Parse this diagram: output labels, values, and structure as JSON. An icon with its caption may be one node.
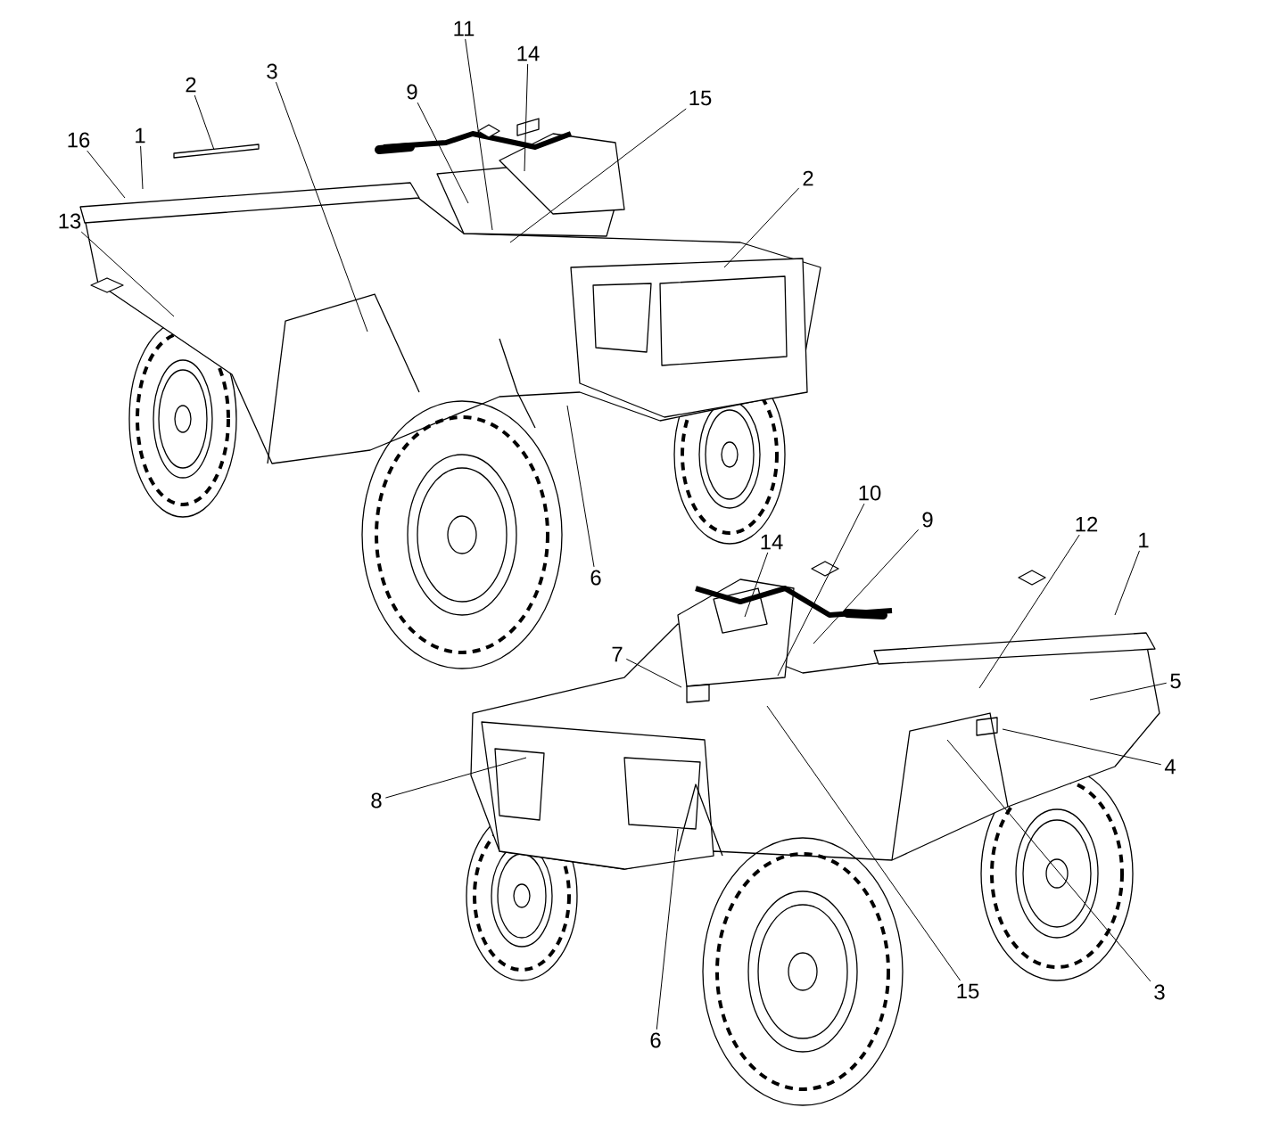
{
  "diagram": {
    "nodes": [
      {
        "text": [
          "11"
        ]
      },
      {
        "text": [
          "14"
        ]
      },
      {
        "text": [
          "15"
        ]
      },
      {
        "text": [
          "9"
        ]
      },
      {
        "text": [
          "3"
        ]
      },
      {
        "text": [
          "2"
        ]
      },
      {
        "text": [
          "16"
        ]
      },
      {
        "text": [
          "1"
        ]
      },
      {
        "text": [
          "13"
        ]
      },
      {
        "text": [
          "2"
        ]
      },
      {
        "text": [
          "6"
        ]
      },
      {
        "text": [
          "10"
        ]
      },
      {
        "text": [
          "9"
        ]
      },
      {
        "text": [
          "14"
        ]
      },
      {
        "text": [
          "12"
        ]
      },
      {
        "text": [
          "1"
        ]
      },
      {
        "text": [
          "7"
        ]
      },
      {
        "text": [
          "5"
        ]
      },
      {
        "text": [
          "8"
        ]
      },
      {
        "text": [
          "4"
        ]
      },
      {
        "text": [
          "6"
        ]
      },
      {
        "text": [
          "15"
        ]
      },
      {
        "text": [
          "3"
        ]
      }
    ],
    "edges": [
      {
        "from": 0,
        "to": null,
        "arrow": "none"
      },
      {
        "from": 1,
        "to": null,
        "arrow": "none"
      },
      {
        "from": 2,
        "to": null,
        "arrow": "none"
      },
      {
        "from": 3,
        "to": null,
        "arrow": "none"
      },
      {
        "from": 4,
        "to": null,
        "arrow": "none"
      },
      {
        "from": 5,
        "to": null,
        "arrow": "none"
      },
      {
        "from": 6,
        "to": null,
        "arrow": "none"
      },
      {
        "from": 7,
        "to": null,
        "arrow": "none"
      },
      {
        "from": 8,
        "to": null,
        "arrow": "none"
      },
      {
        "from": 9,
        "to": null,
        "arrow": "none"
      },
      {
        "from": 10,
        "to": null,
        "arrow": "none"
      },
      {
        "from": 11,
        "to": null,
        "arrow": "none"
      },
      {
        "from": 12,
        "to": null,
        "arrow": "none"
      },
      {
        "from": 13,
        "to": null,
        "arrow": "none"
      },
      {
        "from": 14,
        "to": null,
        "arrow": "none"
      },
      {
        "from": 15,
        "to": null,
        "arrow": "none"
      },
      {
        "from": 16,
        "to": null,
        "arrow": "none"
      },
      {
        "from": 17,
        "to": null,
        "arrow": "none"
      },
      {
        "from": 18,
        "to": null,
        "arrow": "none"
      },
      {
        "from": 19,
        "to": null,
        "arrow": "none"
      },
      {
        "from": 20,
        "to": null,
        "arrow": "none"
      },
      {
        "from": 21,
        "to": null,
        "arrow": "none"
      },
      {
        "from": 22,
        "to": null,
        "arrow": "none"
      }
    ]
  }
}
